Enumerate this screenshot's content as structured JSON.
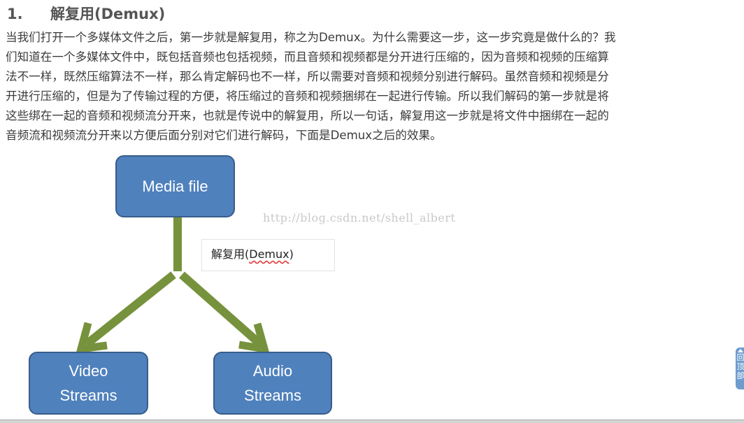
{
  "heading": {
    "number": "1.",
    "title": "解复用(Demux)"
  },
  "paragraph": {
    "lines": [
      "当我们打开一个多媒体文件之后，第一步就是解复用，称之为Demux。为什么需要这一步，这一步究竟是做什么的？我",
      "们知道在一个多媒体文件中，既包括音频也包括视频，而且音频和视频都是分开进行压缩的，因为音频和视频的压缩算",
      "法不一样，既然压缩算法不一样，那么肯定解码也不一样，所以需要对音频和视频分别进行解码。虽然音频和视频是分",
      "开进行压缩的，但是为了传输过程的方便，将压缩过的音频和视频捆绑在一起进行传输。所以我们解码的第一步就是将",
      "这些绑在一起的音频和视频流分开来，也就是传说中的解复用，所以一句话，解复用这一步就是将文件中捆绑在一起的",
      "音频流和视频流分开来以方便后面分别对它们进行解码，下面是Demux之后的效果。"
    ]
  },
  "diagram": {
    "media_file": "Media file",
    "video_streams": {
      "line1": "Video",
      "line2": "Streams"
    },
    "audio_streams": {
      "line1": "Audio",
      "line2": "Streams"
    },
    "label": {
      "prefix": "解复用(",
      "squiggle": "Demux",
      "suffix": ")"
    },
    "watermark": "http://blog.csdn.net/shell_albert",
    "colors": {
      "box_fill": "#4f81bd",
      "box_border": "#385d8a",
      "arrow": "#76923c"
    }
  },
  "side_tab": {
    "chars": [
      "回",
      "顶",
      "部"
    ]
  }
}
